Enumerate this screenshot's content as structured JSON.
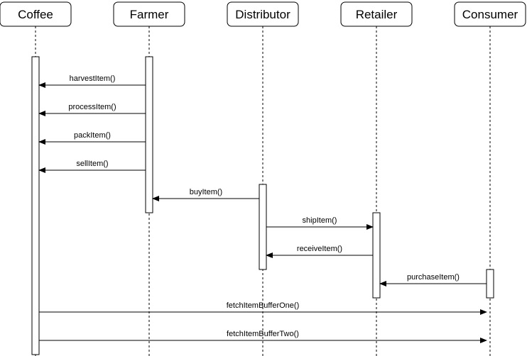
{
  "actors": [
    {
      "id": "coffee",
      "label": "Coffee"
    },
    {
      "id": "farmer",
      "label": "Farmer"
    },
    {
      "id": "distributor",
      "label": "Distributor"
    },
    {
      "id": "retailer",
      "label": "Retailer"
    },
    {
      "id": "consumer",
      "label": "Consumer"
    }
  ],
  "messages": [
    {
      "from": "farmer",
      "to": "coffee",
      "label": "harvestItem()"
    },
    {
      "from": "farmer",
      "to": "coffee",
      "label": "processItem()"
    },
    {
      "from": "farmer",
      "to": "coffee",
      "label": "packItem()"
    },
    {
      "from": "farmer",
      "to": "coffee",
      "label": "sellItem()"
    },
    {
      "from": "distributor",
      "to": "farmer",
      "label": "buyItem()"
    },
    {
      "from": "distributor",
      "to": "retailer",
      "label": "shipItem()"
    },
    {
      "from": "retailer",
      "to": "distributor",
      "label": "receiveItem()"
    },
    {
      "from": "consumer",
      "to": "retailer",
      "label": "purchaseItem()"
    },
    {
      "from": "coffee",
      "to": "consumer",
      "label": "fetchItemBufferOne()"
    },
    {
      "from": "coffee",
      "to": "consumer",
      "label": "fetchItemBufferTwo()"
    }
  ]
}
